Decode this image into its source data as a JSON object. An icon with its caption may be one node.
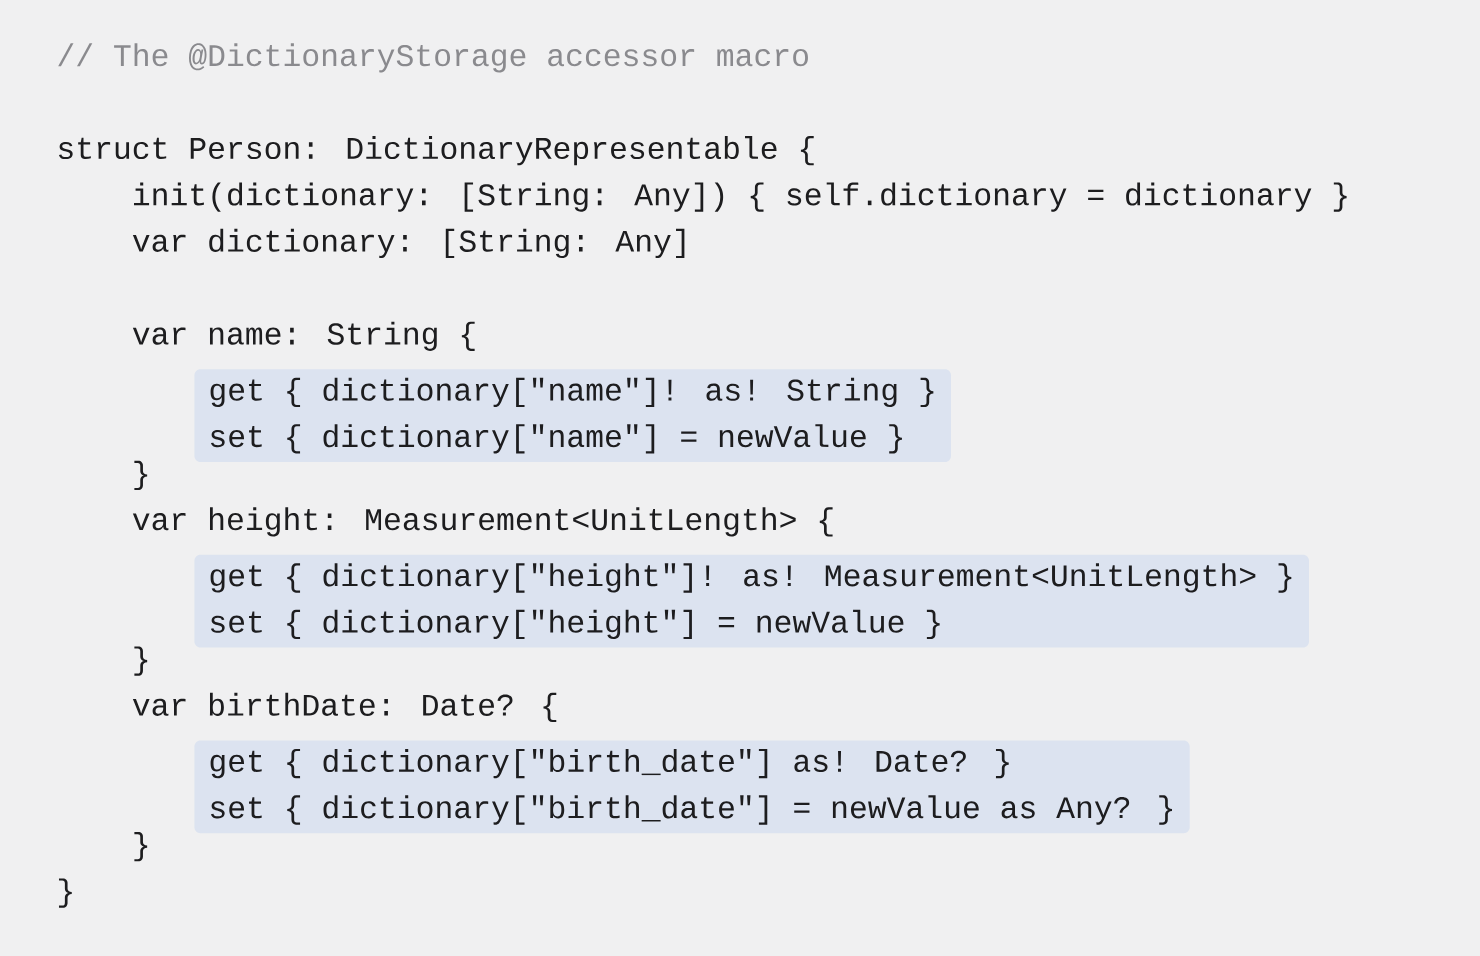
{
  "diagram": {
    "nodes": [
      {
        "text": [
          "get { dictionary[\"name\"]! as! String }",
          "set { dictionary[\"name\"] = newValue }"
        ]
      },
      {
        "text": [
          "get { dictionary[\"height\"]! as! Measurement<UnitLength> }",
          "set { dictionary[\"height\"] = newValue }"
        ]
      },
      {
        "text": [
          "get { dictionary[\"birth_date\"] as! Date? }",
          "set { dictionary[\"birth_date\"] = newValue as Any? }"
        ]
      }
    ],
    "labels": [
      "// The @DictionaryStorage accessor macro",
      "struct Person: DictionaryRepresentable {",
      "init(dictionary: [String: Any]) { self.dictionary = dictionary }",
      "var dictionary: [String: Any]",
      "var name: String {",
      "}",
      "var height: Measurement<UnitLength> {",
      "}",
      "var birthDate: Date? {",
      "}",
      "}"
    ]
  }
}
